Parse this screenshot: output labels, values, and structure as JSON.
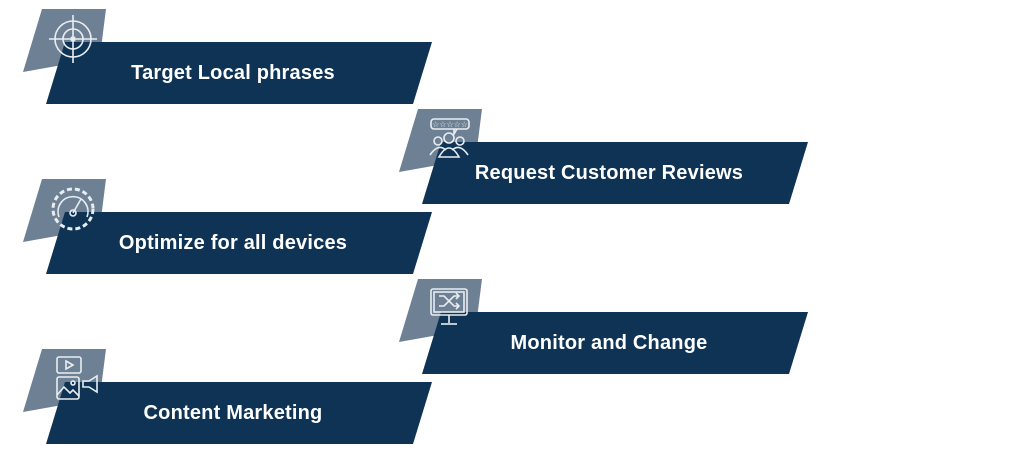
{
  "colors": {
    "banner": "#0f3354",
    "tab": "#6e8094",
    "icon_stroke": "#e8edf2"
  },
  "items": [
    {
      "label": "Target Local phrases",
      "icon": "target-icon"
    },
    {
      "label": "Request Customer Reviews",
      "icon": "customer-reviews-icon"
    },
    {
      "label": "Optimize for all devices",
      "icon": "speed-gear-icon"
    },
    {
      "label": "Monitor and Change",
      "icon": "monitor-shuffle-icon"
    },
    {
      "label": "Content Marketing",
      "icon": "content-media-icon"
    }
  ]
}
